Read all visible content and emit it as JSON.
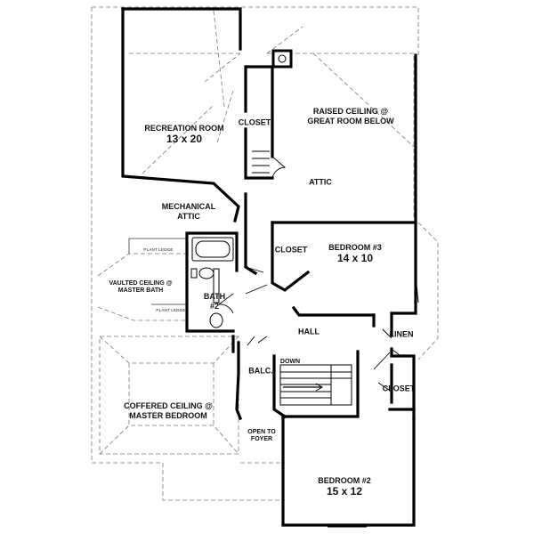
{
  "rooms": {
    "recreation": {
      "name": "RECREATION ROOM",
      "size": "13 x 20"
    },
    "bedroom3": {
      "name": "BEDROOM #3",
      "size": "14 x 10"
    },
    "bedroom2": {
      "name": "BEDROOM #2",
      "size": "15 x 12"
    },
    "raised_ceiling": {
      "line1": "RAISED CEILING @",
      "line2": "GREAT ROOM BELOW"
    },
    "attic": "ATTIC",
    "mechanical_attic": {
      "line1": "MECHANICAL",
      "line2": "ATTIC"
    },
    "closet_top": "CLOSET",
    "closet_bed3": "CLOSET",
    "closet_right": "CLOSET",
    "linen": "LINEN",
    "bath2": {
      "line1": "BATH",
      "line2": "#2"
    },
    "hall": "HALL",
    "balc": "BALC.",
    "down": "DOWN",
    "open_to_foyer": {
      "line1": "OPEN TO",
      "line2": "FOYER"
    },
    "vaulted_ceiling": {
      "line1": "VAULTED CEILING @",
      "line2": "MASTER BATH"
    },
    "coffered_ceiling": {
      "line1": "COFFERED CEILING @",
      "line2": "MASTER BEDROOM"
    },
    "plant_ledge_top": "PLANT LEDGE",
    "plant_ledge_bottom": "PLANT LEDGE"
  }
}
